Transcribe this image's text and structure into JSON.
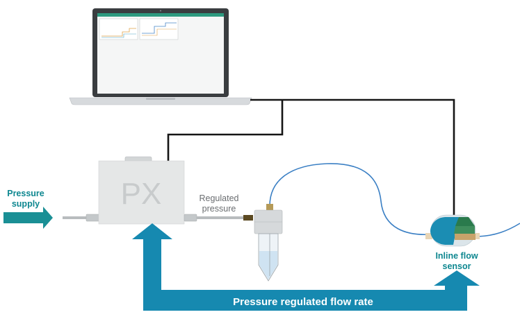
{
  "device": {
    "label": "PX"
  },
  "labels": {
    "pressure_supply_line1": "Pressure",
    "pressure_supply_line2": "supply",
    "regulated_line1": "Regulated",
    "regulated_line2": "pressure",
    "sensor_line1": "Inline flow",
    "sensor_line2": "sensor",
    "feedback": "Pressure regulated flow rate"
  },
  "colors": {
    "accent_teal": "#1a8f95",
    "feedback_blue": "#1689b0",
    "label_teal": "#0e8790",
    "tubing_blue": "#3a7fc4",
    "device_gray": "#e5e7e7"
  }
}
